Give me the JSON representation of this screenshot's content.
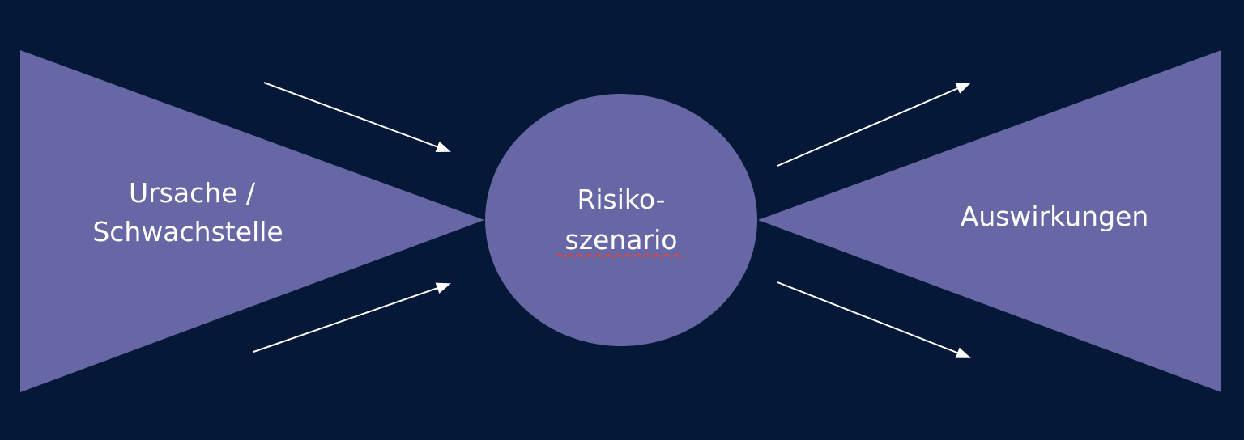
{
  "colors": {
    "background": "#061838",
    "shape": "#6767a6",
    "arrow": "#ffffff",
    "text": "#ffffff",
    "spellcheck": "#e0443c"
  },
  "diagram": {
    "cause": {
      "line1": "Ursache /",
      "line2": "Schwachstelle"
    },
    "risk": {
      "line1": "Risiko-",
      "line2": "szenario"
    },
    "impact": {
      "label": "Auswirkungen"
    }
  }
}
